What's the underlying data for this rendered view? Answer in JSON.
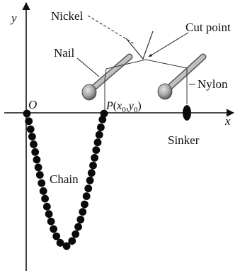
{
  "axes": {
    "x_label": "x",
    "y_label": "y",
    "origin_label": "O"
  },
  "point_p": {
    "letter": "P",
    "open": "(",
    "x_var": "x",
    "x_sub": "0",
    "comma": ",",
    "y_var": "y",
    "y_sub": "0",
    "close": ")"
  },
  "labels": {
    "nickel": "Nickel",
    "cut_point": "Cut point",
    "nail": "Nail",
    "nylon": "Nylon",
    "sinker": "Sinker",
    "chain": "Chain"
  },
  "colors": {
    "ink": "#111111",
    "bead": "#0a0a0a",
    "nail_head_light": "#c9c9c9",
    "nail_head_dark": "#555555",
    "nail_shaft_light": "#e8e8e8",
    "nail_shaft_dark": "#8a8a8a"
  }
}
